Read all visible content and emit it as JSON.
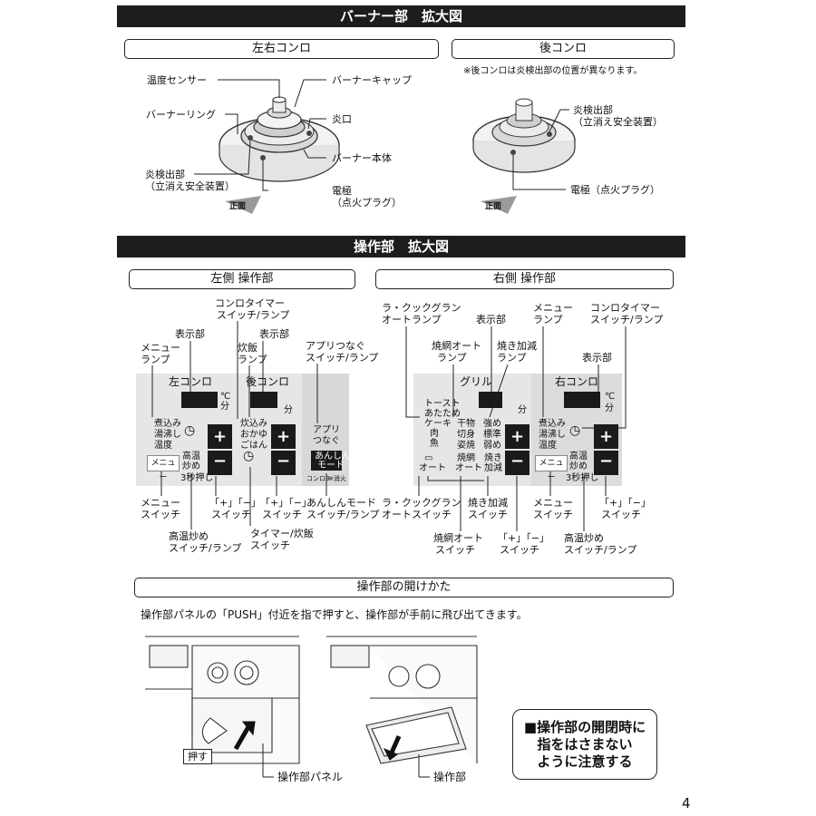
{
  "banners": {
    "burner": "バーナー部　拡大図",
    "control": "操作部　拡大図"
  },
  "burner_section": {
    "left_title": "左右コンロ",
    "back_title": "後コンロ",
    "back_note": "※後コンロは炎検出部の位置が異なります。",
    "labels": {
      "temp_sensor": "温度センサー",
      "burner_cap": "バーナーキャップ",
      "burner_ring": "バーナーリング",
      "flame_port": "炎口",
      "burner_body": "バーナー本体",
      "flame_detector_1": "炎検出部",
      "flame_detector_2": "（立消え安全装置）",
      "electrode_1": "電極",
      "electrode_2": "（点火プラグ）",
      "front": "正面",
      "back_flame_detector_1": "炎検出部",
      "back_flame_detector_2": "（立消え安全装置）",
      "back_electrode": "電極（点火プラグ）",
      "back_front": "正面"
    }
  },
  "control_section": {
    "left_title": "左側 操作部",
    "right_title": "右側 操作部",
    "left_callouts": {
      "konro_timer_1": "コンロタイマー",
      "konro_timer_2": "スイッチ/ランプ",
      "display_a": "表示部",
      "display_b": "表示部",
      "menu_lamp_1": "メニュー",
      "menu_lamp_2": "ランプ",
      "rice_lamp_1": "炊飯",
      "rice_lamp_2": "ランプ",
      "app_1": "アプリつなぐ",
      "app_2": "スイッチ/ランプ",
      "menu_switch_1": "メニュー",
      "menu_switch_2": "スイッチ",
      "pm_switch_a_1": "「+」「−」",
      "pm_switch_a_2": "スイッチ",
      "pm_switch_b_1": "「+」「−」",
      "pm_switch_b_2": "スイッチ",
      "anshin_1": "あんしんモード",
      "anshin_2": "スイッチ/ランプ",
      "high_temp_1": "高温炒め",
      "high_temp_2": "スイッチ/ランプ",
      "timer_rice_1": "タイマー/炊飯",
      "timer_rice_2": "スイッチ"
    },
    "left_panel": {
      "left_konro": "左コンロ",
      "back_konro": "後コンロ",
      "celsius": "℃",
      "minute": "分",
      "minute_b": "分",
      "menu_a": [
        "煮込み",
        "湯沸し",
        "温度"
      ],
      "menu_b": [
        "炊込み",
        "おかゆ",
        "ごはん"
      ],
      "menu_btn": "メニュー",
      "high_temp_btn_1": "高温",
      "high_temp_btn_2": "炒め",
      "hold_3s": "3秒押し",
      "app_btn_1": "アプリ",
      "app_btn_2": "つなぐ",
      "anshin_btn_1": "あんしん",
      "anshin_btn_2": "モード",
      "konro3": "コンロ3",
      "anshin_note": "※消火"
    },
    "right_callouts": {
      "la_auto_1": "ラ・クックグラン",
      "la_auto_2": "オートランプ",
      "display_a": "表示部",
      "menu_lamp_1": "メニュー",
      "menu_lamp_2": "ランプ",
      "konro_timer_1": "コンロタイマー",
      "konro_timer_2": "スイッチ/ランプ",
      "grill_auto_lamp_1": "焼網オート",
      "grill_auto_lamp_2": "ランプ",
      "grill_adj_lamp_1": "焼き加減",
      "grill_adj_lamp_2": "ランプ",
      "display_b": "表示部",
      "la_switch_1": "ラ・クックグラン",
      "la_switch_2": "オートスイッチ",
      "grill_adj_switch_1": "焼き加減",
      "grill_adj_switch_2": "スイッチ",
      "menu_switch_1": "メニュー",
      "menu_switch_2": "スイッチ",
      "pm_switch_a_1": "「+」「−」",
      "pm_switch_a_2": "スイッチ",
      "grill_auto_switch_1": "焼網オート",
      "grill_auto_switch_2": "スイッチ",
      "pm_switch_b_1": "「+」「−」",
      "pm_switch_b_2": "スイッチ",
      "high_temp_1": "高温炒め",
      "high_temp_2": "スイッチ/ランプ"
    },
    "right_panel": {
      "grill": "グリル",
      "right_konro": "右コンロ",
      "celsius": "℃",
      "minute": "分",
      "minute_b": "分",
      "la_menu": [
        "トースト",
        "あたため",
        "ケーキ",
        "肉",
        "魚"
      ],
      "grill_menu": [
        "干物",
        "切身",
        "姿焼"
      ],
      "level_menu": [
        "強め",
        "標準",
        "弱め"
      ],
      "konro_menu": [
        "煮込み",
        "湯沸し",
        "温度"
      ],
      "auto_btn": "オート",
      "grill_auto_btn_1": "焼網",
      "grill_auto_btn_2": "オート",
      "grill_adj_btn_1": "焼き",
      "grill_adj_btn_2": "加減",
      "menu_btn": "メニュー",
      "high_temp_btn_1": "高温",
      "high_temp_btn_2": "炒め",
      "hold_3s": "3秒押し"
    }
  },
  "open_section": {
    "title": "操作部の開けかた",
    "instruction": "操作部パネルの「PUSH」付近を指で押すと、操作部が手前に飛び出てきます。",
    "push_label": "押す",
    "panel_label": "操作部パネル",
    "unit_label": "操作部",
    "warning_1": "■操作部の開閉時に",
    "warning_2": "指をはさまない",
    "warning_3": "ように注意する"
  },
  "page_number": "4"
}
